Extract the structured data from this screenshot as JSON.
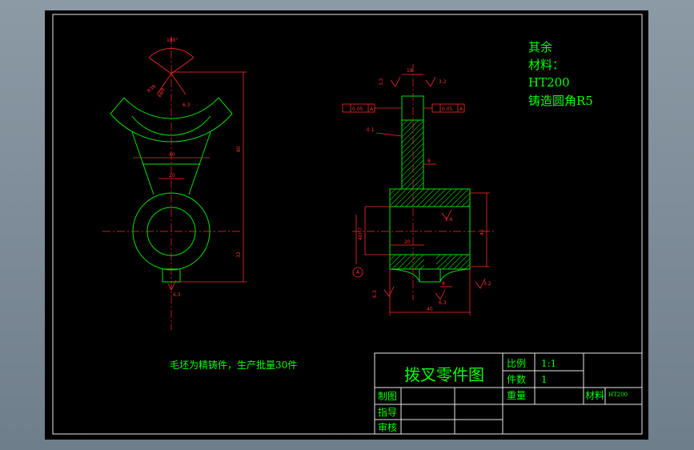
{
  "notes": {
    "line1": "其余",
    "line2": "材料：",
    "line3": "HT200",
    "line4": "铸造圆角R5"
  },
  "bottom_note": "毛坯为精铸件，生产批量30件",
  "title_block": {
    "title": "拨叉零件图",
    "scale_label": "比例",
    "scale_value": "1:1",
    "count_label": "件数",
    "count_value": "1",
    "weight_label": "重量",
    "material_label": "材料",
    "material_value": "HT200",
    "drawn_label": "制图",
    "guide_label": "指导",
    "review_label": "审核"
  },
  "dimensions": {
    "angle": "180°",
    "r1": "R39",
    "r2": "R69",
    "ra": "6.3",
    "w40": "40",
    "w20": "20",
    "h80": "80",
    "h32": "32",
    "bottom_ra": "6.3",
    "d18": "18",
    "ra_left": "3.2",
    "ra_right": "3.2",
    "tol_left": "0.05",
    "tol_right": "0.05",
    "datum_a": "A",
    "chamfer": "0.1",
    "dim8": "8",
    "ra16": "1.6",
    "d40v": "40",
    "d20": "20",
    "d8": "8",
    "w40b": "40",
    "ra_b1": "6.3",
    "ra_b2": "3.2",
    "ra_b3": "6.3",
    "dleft": "40H7"
  },
  "colors": {
    "outline": "#00e000",
    "dimension": "#ff2a2a",
    "background": "#000000",
    "frame": "#e8e8e8"
  }
}
